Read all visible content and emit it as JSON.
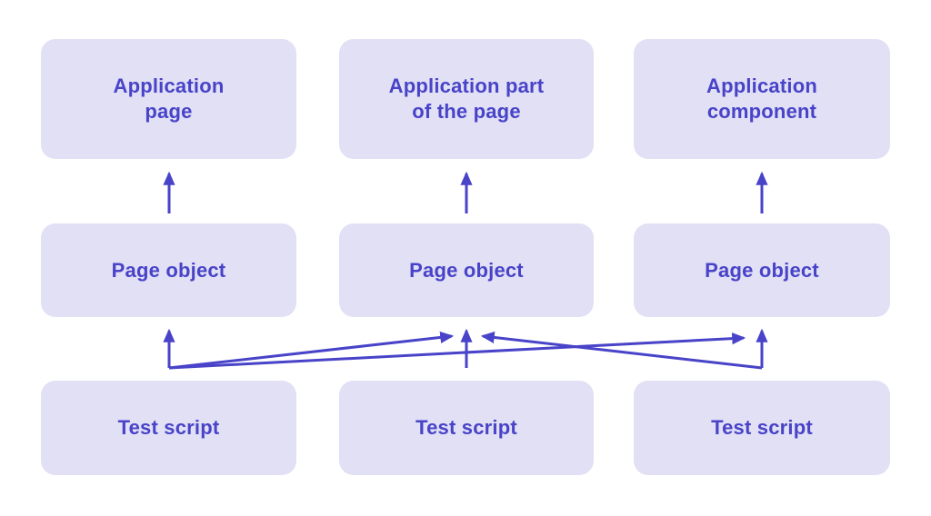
{
  "colors": {
    "background": "#ffffff",
    "box_fill": "#e1e0f5",
    "accent": "#4843c8"
  },
  "rows": {
    "application": [
      "Application\npage",
      "Application part\nof the page",
      "Application\ncomponent"
    ],
    "page_object": [
      "Page object",
      "Page object",
      "Page object"
    ],
    "test_script": [
      "Test script",
      "Test script",
      "Test script"
    ]
  },
  "edges": [
    {
      "from": "page-object-1",
      "to": "application-page"
    },
    {
      "from": "page-object-2",
      "to": "application-part-of-the-page"
    },
    {
      "from": "page-object-3",
      "to": "application-component"
    },
    {
      "from": "test-script-1",
      "to": "page-object-1"
    },
    {
      "from": "test-script-1",
      "to": "page-object-2"
    },
    {
      "from": "test-script-1",
      "to": "page-object-3"
    },
    {
      "from": "test-script-2",
      "to": "page-object-2"
    },
    {
      "from": "test-script-3",
      "to": "page-object-2"
    },
    {
      "from": "test-script-3",
      "to": "page-object-3"
    }
  ]
}
